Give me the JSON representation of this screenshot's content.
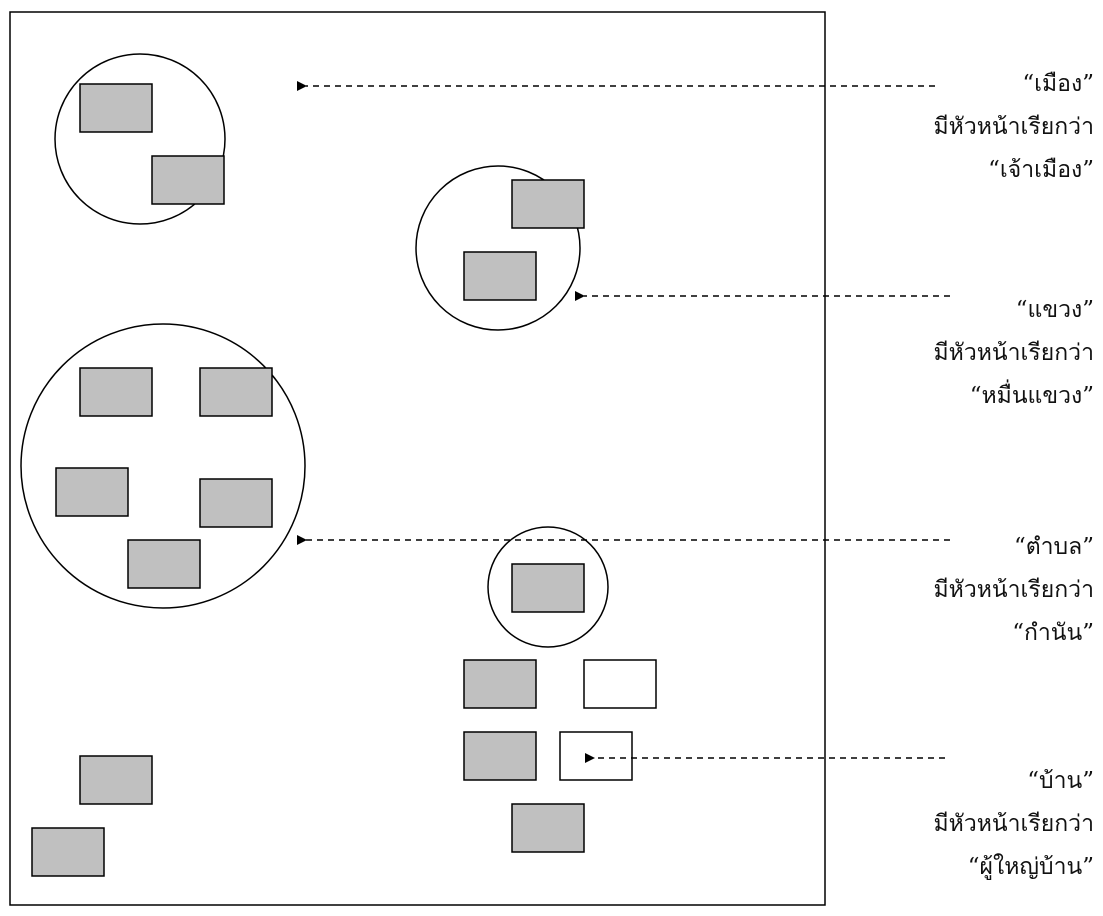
{
  "labels": {
    "muang": {
      "name": "“เมือง”",
      "head_prefix": "มีหัวหน้าเรียกว่า",
      "head_title": "“เจ้าเมือง”"
    },
    "khwaeng": {
      "name": "“แขวง”",
      "head_prefix": "มีหัวหน้าเรียกว่า",
      "head_title": "“หมื่นแขวง”"
    },
    "tambon": {
      "name": "“ตำบล”",
      "head_prefix": "มีหัวหน้าเรียกว่า",
      "head_title": "“กำนัน”"
    },
    "baan": {
      "name": "“บ้าน”",
      "head_prefix": "มีหัวหน้าเรียกว่า",
      "head_title": "“ผู้ใหญ่บ้าน”"
    }
  },
  "colors": {
    "house_fill": "#c0c0c0",
    "house_highlight_fill": "#ffffff",
    "stroke": "#000000",
    "background": "#ffffff"
  }
}
